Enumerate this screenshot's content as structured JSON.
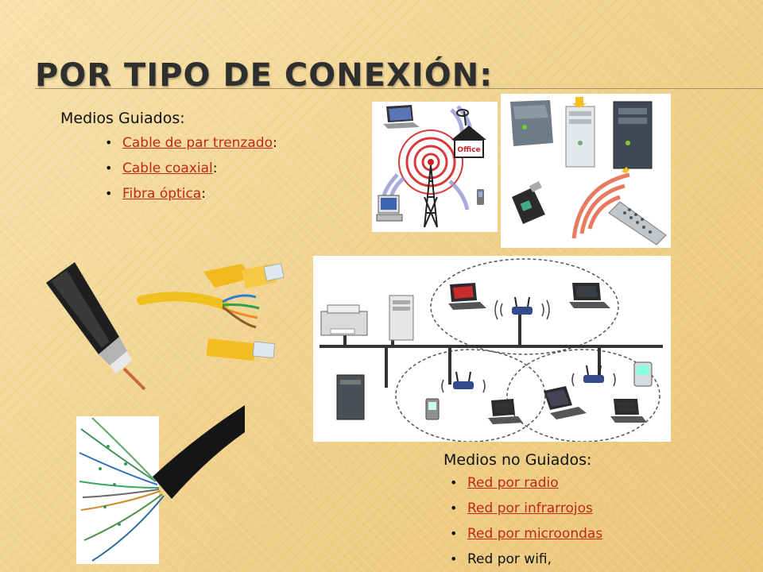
{
  "slide": {
    "title": "POR TIPO DE CONEXIÓN:",
    "guided": {
      "heading": "Medios  Guiados:",
      "items": [
        {
          "label": "Cable de par trenzado",
          "suffix": ":"
        },
        {
          "label": "Cable coaxial",
          "suffix": ":"
        },
        {
          "label": "Fibra óptica",
          "suffix": ":"
        }
      ]
    },
    "unguided": {
      "heading": "Medios  no Guiados:",
      "items": [
        {
          "label": "Red por radio"
        },
        {
          "label": "Red por infrarrojos"
        },
        {
          "label": "Red por microondas"
        },
        {
          "label": "Red por wifi,"
        }
      ]
    },
    "bullet_char": "•",
    "office_label": "Office"
  },
  "colors": {
    "background": "#f0d08a",
    "title": "#2f2f2f",
    "link": "#c2261a",
    "text": "#111111"
  }
}
